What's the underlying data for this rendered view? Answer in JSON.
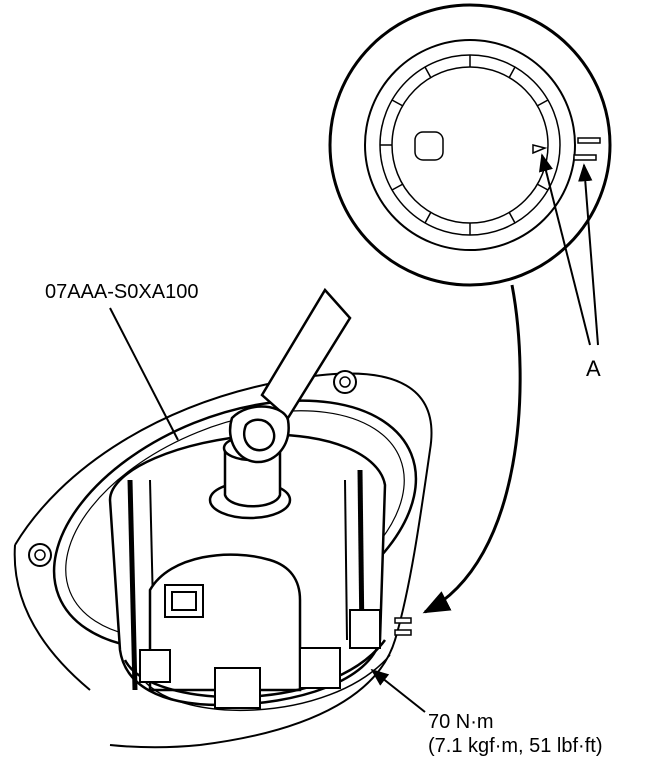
{
  "labels": {
    "tool_number": "07AAA-S0XA100",
    "callout_a": "A",
    "torque_line1": "70 N·m",
    "torque_line2": "(7.1 kgf·m, 51 lbf·ft)"
  },
  "colors": {
    "line": "#000000",
    "background": "#ffffff"
  }
}
